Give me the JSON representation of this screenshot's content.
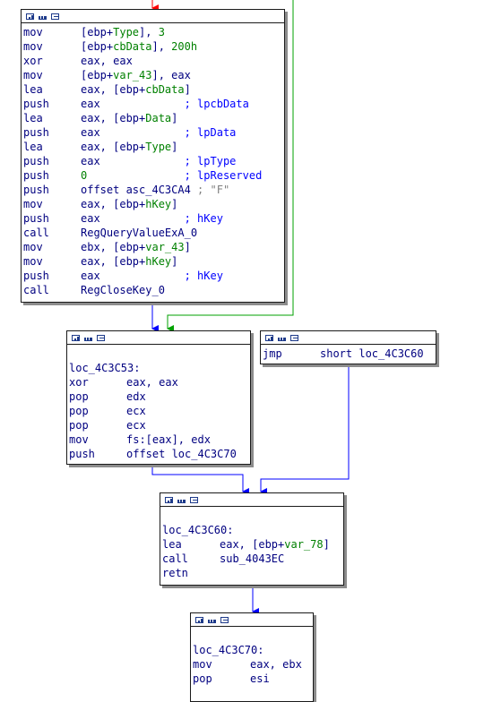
{
  "colors": {
    "true_edge": "#00a000",
    "false_edge": "#ff0000",
    "normal_edge": "#0000ff",
    "text": "#000080",
    "var": "#008000",
    "comment": "#0000ff"
  },
  "nodes": {
    "block1": {
      "lines": [
        {
          "mn": "mov",
          "a": "[ebp+",
          "v": "Type",
          "b": "], ",
          "n": "3",
          "c": "",
          "s": ""
        },
        {
          "mn": "mov",
          "a": "[ebp+",
          "v": "cbData",
          "b": "], ",
          "n": "200h",
          "c": "",
          "s": ""
        },
        {
          "mn": "xor",
          "a": "eax, eax",
          "v": "",
          "b": "",
          "n": "",
          "c": "",
          "s": ""
        },
        {
          "mn": "mov",
          "a": "[ebp+",
          "v": "var_43",
          "b": "], eax",
          "n": "",
          "c": "",
          "s": ""
        },
        {
          "mn": "lea",
          "a": "eax, [ebp+",
          "v": "cbData",
          "b": "]",
          "n": "",
          "c": "",
          "s": ""
        },
        {
          "mn": "push",
          "a": "eax             ",
          "v": "",
          "b": "",
          "n": "",
          "c": "; lpcbData",
          "s": ""
        },
        {
          "mn": "lea",
          "a": "eax, [ebp+",
          "v": "Data",
          "b": "]",
          "n": "",
          "c": "",
          "s": ""
        },
        {
          "mn": "push",
          "a": "eax             ",
          "v": "",
          "b": "",
          "n": "",
          "c": "; lpData",
          "s": ""
        },
        {
          "mn": "lea",
          "a": "eax, [ebp+",
          "v": "Type",
          "b": "]",
          "n": "",
          "c": "",
          "s": ""
        },
        {
          "mn": "push",
          "a": "eax             ",
          "v": "",
          "b": "",
          "n": "",
          "c": "; lpType",
          "s": ""
        },
        {
          "mn": "push",
          "a": "",
          "v": "",
          "b": "",
          "n": "0               ",
          "c": "; lpReserved",
          "s": ""
        },
        {
          "mn": "push",
          "a": "offset asc_4C3CA4 ",
          "v": "",
          "b": "",
          "n": "",
          "c": "",
          "s": "; \"F\""
        },
        {
          "mn": "mov",
          "a": "eax, [ebp+",
          "v": "hKey",
          "b": "]",
          "n": "",
          "c": "",
          "s": ""
        },
        {
          "mn": "push",
          "a": "eax             ",
          "v": "",
          "b": "",
          "n": "",
          "c": "; hKey",
          "s": ""
        },
        {
          "mn": "call",
          "a": "RegQueryValueExA_0",
          "v": "",
          "b": "",
          "n": "",
          "c": "",
          "s": ""
        },
        {
          "mn": "mov",
          "a": "ebx, [ebp+",
          "v": "var_43",
          "b": "]",
          "n": "",
          "c": "",
          "s": ""
        },
        {
          "mn": "mov",
          "a": "eax, [ebp+",
          "v": "hKey",
          "b": "]",
          "n": "",
          "c": "",
          "s": ""
        },
        {
          "mn": "push",
          "a": "eax             ",
          "v": "",
          "b": "",
          "n": "",
          "c": "; hKey",
          "s": ""
        },
        {
          "mn": "call",
          "a": "RegCloseKey_0",
          "v": "",
          "b": "",
          "n": "",
          "c": "",
          "s": ""
        }
      ]
    },
    "block2": {
      "label": "loc_4C3C53:",
      "lines": [
        {
          "mn": "xor",
          "a": "eax, eax",
          "v": "",
          "b": "",
          "n": "",
          "c": "",
          "s": ""
        },
        {
          "mn": "pop",
          "a": "edx",
          "v": "",
          "b": "",
          "n": "",
          "c": "",
          "s": ""
        },
        {
          "mn": "pop",
          "a": "ecx",
          "v": "",
          "b": "",
          "n": "",
          "c": "",
          "s": ""
        },
        {
          "mn": "pop",
          "a": "ecx",
          "v": "",
          "b": "",
          "n": "",
          "c": "",
          "s": ""
        },
        {
          "mn": "mov",
          "a": "fs:[eax], edx",
          "v": "",
          "b": "",
          "n": "",
          "c": "",
          "s": ""
        },
        {
          "mn": "push",
          "a": "offset loc_4C3C70",
          "v": "",
          "b": "",
          "n": "",
          "c": "",
          "s": ""
        }
      ]
    },
    "block3": {
      "lines": [
        {
          "mn": "jmp",
          "a": "short loc_4C3C60",
          "v": "",
          "b": "",
          "n": "",
          "c": "",
          "s": ""
        }
      ]
    },
    "block4": {
      "label": "loc_4C3C60:",
      "lines": [
        {
          "mn": "lea",
          "a": "eax, [ebp+",
          "v": "var_78",
          "b": "]",
          "n": "",
          "c": "",
          "s": ""
        },
        {
          "mn": "call",
          "a": "sub_4043EC",
          "v": "",
          "b": "",
          "n": "",
          "c": "",
          "s": ""
        },
        {
          "mn": "retn",
          "a": "",
          "v": "",
          "b": "",
          "n": "",
          "c": "",
          "s": ""
        }
      ]
    },
    "block5": {
      "label": "loc_4C3C70:",
      "lines": [
        {
          "mn": "mov",
          "a": "eax, ebx",
          "v": "",
          "b": "",
          "n": "",
          "c": "",
          "s": ""
        },
        {
          "mn": "pop",
          "a": "esi",
          "v": "",
          "b": "",
          "n": "",
          "c": "",
          "s": ""
        }
      ]
    }
  }
}
